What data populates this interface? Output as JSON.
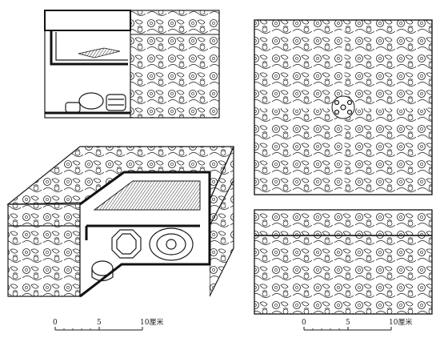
{
  "figure": {
    "left_scale": {
      "ticks": [
        "0",
        "5",
        "10厘米"
      ]
    },
    "right_scale": {
      "ticks": [
        "0",
        "5",
        "10厘米"
      ]
    }
  },
  "colors": {
    "ink": "#1a1a1a",
    "paper": "#ffffff"
  }
}
